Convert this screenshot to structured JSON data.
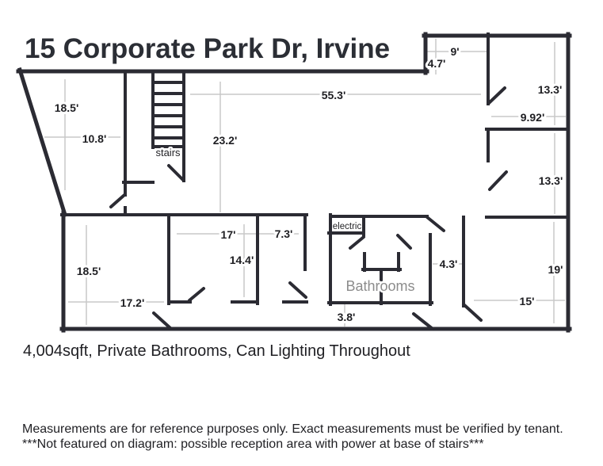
{
  "title": "15 Corporate Park Dr, Irvine",
  "summary": "4,004sqft, Private Bathrooms, Can Lighting Throughout",
  "disclaimer_line1": "Measurements are for reference purposes only. Exact measurements must be verified by tenant.",
  "disclaimer_line2": "***Not featured on diagram: possible reception area with power at base of stairs***",
  "rooms": {
    "stairs": "stairs",
    "electric": "electric",
    "bathrooms": "Bathrooms"
  },
  "labels": {
    "upper_left_depth": "18.5'",
    "upper_left_width": "10.8'",
    "open_area_depth": "23.2'",
    "top_span": "55.3'",
    "notch_width": "9'",
    "notch_height": "4.7'",
    "ne_room_height": "13.3'",
    "ne_room_width": "9.92'",
    "e_room_height": "13.3'",
    "se_room_height": "19'",
    "se_room_width": "15'",
    "sw_room_height": "18.5'",
    "sw_room_width": "17.2'",
    "mid_room_width": "17'",
    "mid_room_height": "14.4'",
    "small_room_width": "7.3'",
    "hallway_width": "4.3'",
    "corridor_width": "3.8'"
  },
  "colors": {
    "wall": "#2b2b33",
    "line": "#c8c8c8",
    "label": "#1f1f23",
    "muted": "#8c8c8c",
    "title": "#2b2e35"
  }
}
